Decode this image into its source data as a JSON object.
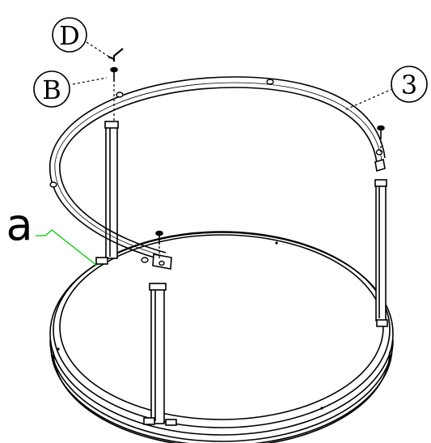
{
  "callouts": {
    "d": "D",
    "b": "B",
    "three": "3",
    "a": "a"
  },
  "colors": {
    "line": "#000000",
    "highlight": "#00cc00",
    "background": "#ffffff"
  }
}
